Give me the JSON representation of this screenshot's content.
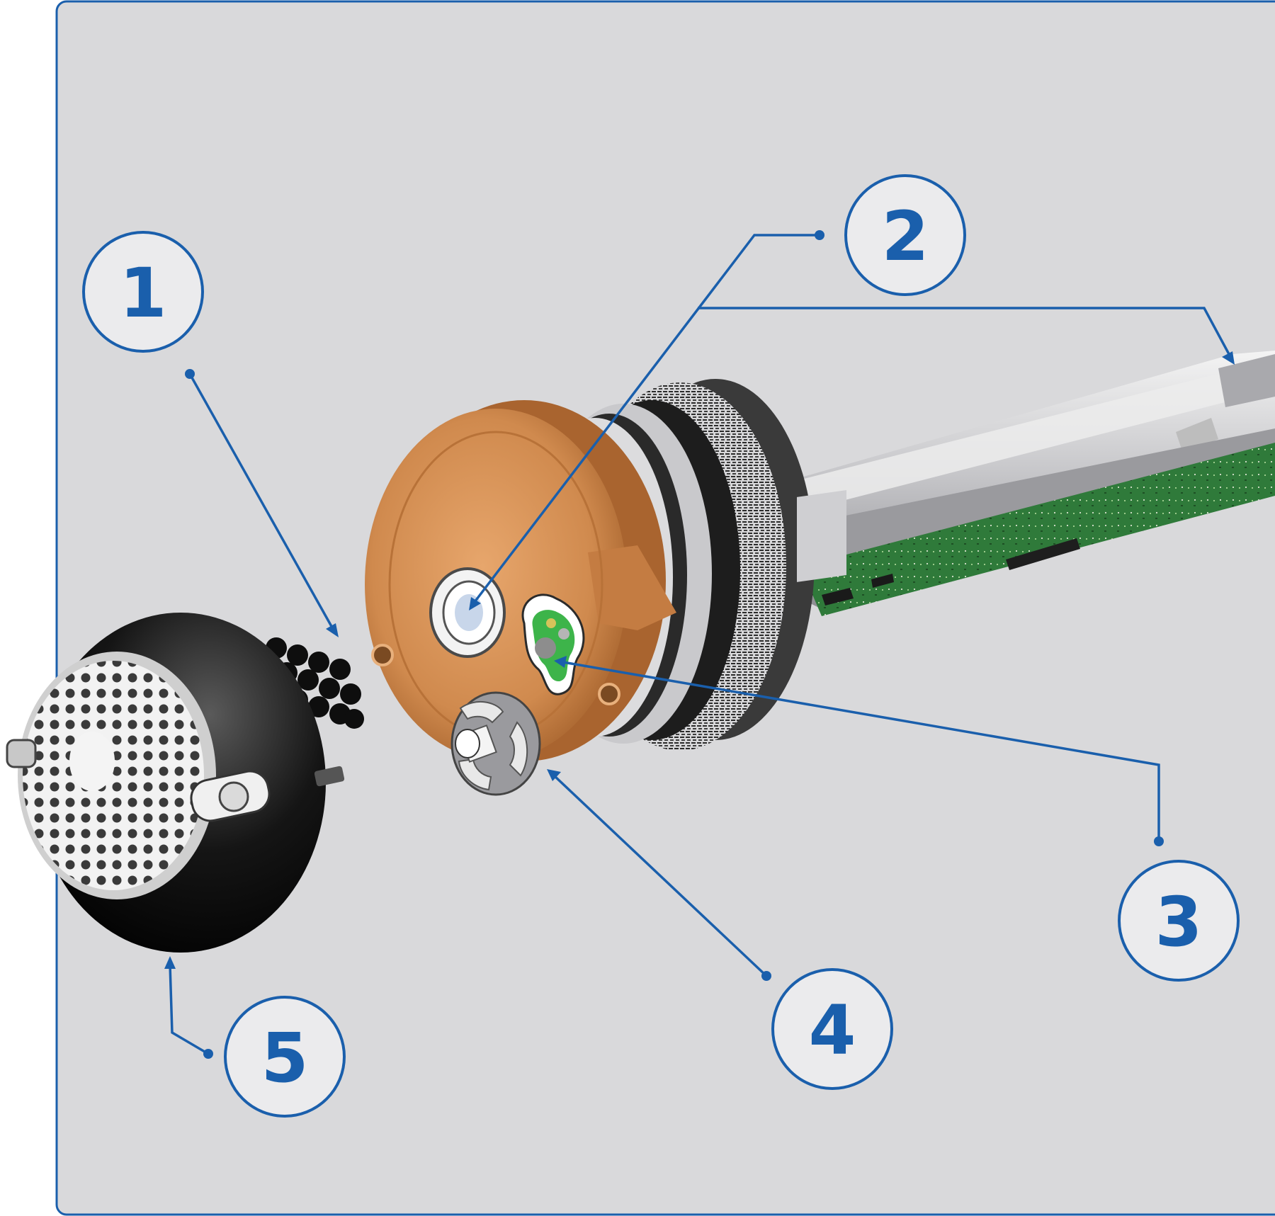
{
  "callouts": [
    {
      "number": "1"
    },
    {
      "number": "2"
    },
    {
      "number": "3"
    },
    {
      "number": "4"
    },
    {
      "number": "5"
    }
  ],
  "colors": {
    "accent": "#1a5fac",
    "panel_background": "#d9d9db",
    "callout_fill": "#ebebed",
    "copper_body": "#d08a4e",
    "pcb_green": "#2e7a3a",
    "sensor_green": "#3db44a"
  }
}
